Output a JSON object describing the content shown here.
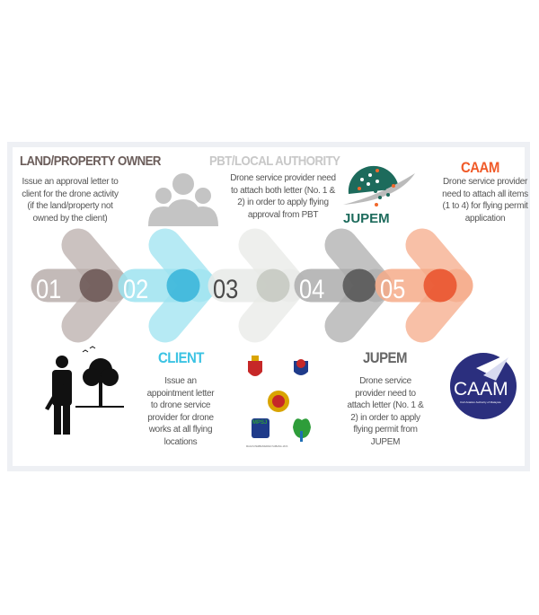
{
  "steps": [
    {
      "number": "01",
      "title": "LAND/PROPERTY OWNER",
      "text": "Issue an approval letter to client for the drone activity (if the land/property not owned by the client)",
      "color": "#b9aeab",
      "dark": "#6a5552",
      "title_color": "#6b5d5a",
      "number_color": "#ffffff"
    },
    {
      "number": "02",
      "title": "CLIENT",
      "text": "Issue an appointment letter to drone service provider for drone works at all flying locations",
      "color": "#9de3f0",
      "dark": "#36b4d9",
      "title_color": "#3cc3e3",
      "number_color": "#ffffff"
    },
    {
      "number": "03",
      "title": "PBT/LOCAL AUTHORITY",
      "text": "Drone service provider need to attach both letter (No. 1 & 2) in order to apply flying approval from PBT",
      "color": "#e8eae7",
      "dark": "#c4c8c0",
      "title_color": "#c8c8c8",
      "number_color": "#4a4a4a"
    },
    {
      "number": "04",
      "title": "JUPEM",
      "text": "Drone service provider need to attach letter (No. 1 & 2) in order to apply flying permit from JUPEM",
      "color": "#adadad",
      "dark": "#545454",
      "title_color": "#666666",
      "number_color": "#ffffff"
    },
    {
      "number": "05",
      "title": "CAAM",
      "text": "Drone service provider need to attach all items (1 to 4) for flying permit application",
      "color": "#f6ab89",
      "dark": "#e9502a",
      "title_color": "#f05a28",
      "number_color": "#ffffff"
    }
  ],
  "logos": {
    "jupem": "JUPEM",
    "caam": "CAAM",
    "caam_sub": "Civil Aviation Authority of Malaysia",
    "mpsj": "MPSJ",
    "mpsj_sub": "MAJLIS PERBANDARAN SUBANG JAYA"
  }
}
